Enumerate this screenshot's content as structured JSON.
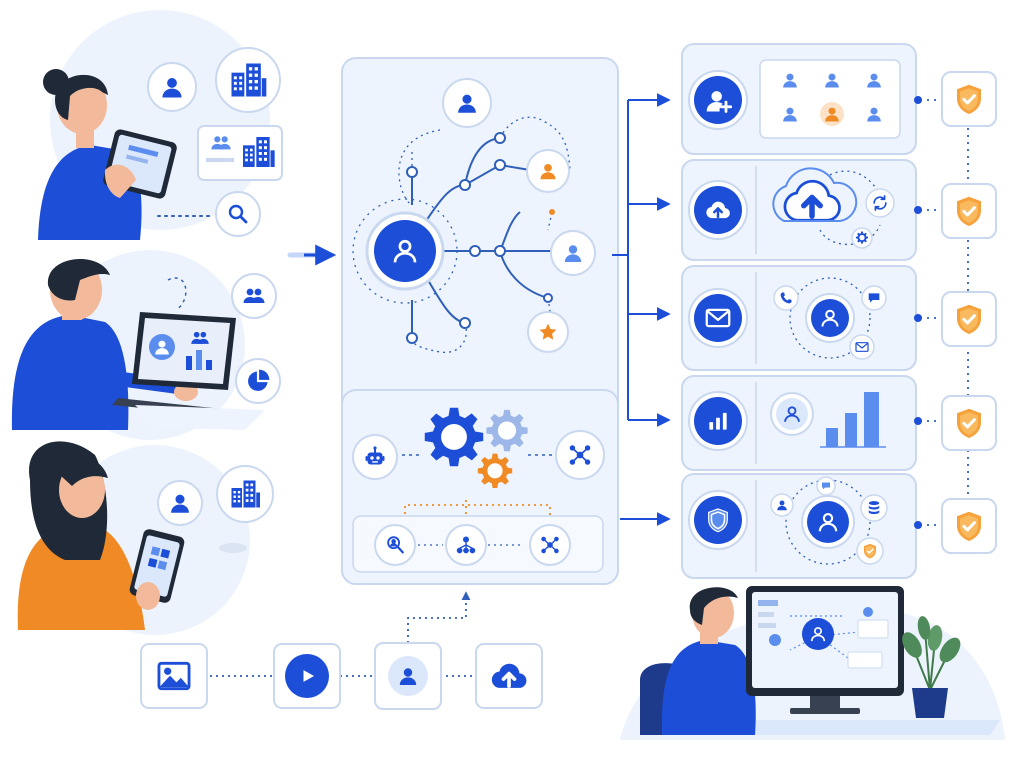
{
  "colors": {
    "primary": "#1d4ed8",
    "primary_light": "#5b8def",
    "accent": "#f08a24",
    "panel_bg": "#eef4fd",
    "panel_border": "#c9d8ef",
    "line": "#2f5fb8",
    "shield_fill": "#f6a23c",
    "skin": "#f2b99a",
    "hair": "#1f2937"
  },
  "people": [
    {
      "name": "user-with-tablet",
      "device": "tablet-icon",
      "shirt": "#1d4ed8",
      "icons": [
        "user-icon",
        "office-building-icon",
        "team-building-icon",
        "search-icon"
      ]
    },
    {
      "name": "user-with-laptop",
      "device": "laptop-icon",
      "shirt": "#1d4ed8",
      "icons": [
        "group-icon",
        "pie-chart-icon"
      ]
    },
    {
      "name": "user-with-phone",
      "device": "phone-icon",
      "shirt": "#f08a24",
      "icons": [
        "user-icon",
        "office-building-icon"
      ]
    }
  ],
  "central_network": {
    "nodes": [
      "user-icon",
      "user-icon",
      "user-icon",
      "star-icon"
    ],
    "hub": "user-icon"
  },
  "processing_panel": {
    "icons": [
      "robot-icon",
      "gears-icon",
      "network-icon"
    ],
    "tools": [
      "search-user-icon",
      "hierarchy-icon",
      "network-icon"
    ]
  },
  "services": [
    {
      "name": "user-management",
      "main_icon": "add-user-icon",
      "shield_icon": "shield-check-icon"
    },
    {
      "name": "cloud-sync",
      "main_icon": "cloud-upload-icon",
      "shield_icon": "shield-check-icon"
    },
    {
      "name": "communications",
      "main_icon": "mail-icon",
      "shield_icon": "shield-check-icon"
    },
    {
      "name": "analytics",
      "main_icon": "bar-chart-icon",
      "shield_icon": "shield-check-icon"
    },
    {
      "name": "security",
      "main_icon": "shield-icon",
      "shield_icon": "shield-check-icon"
    }
  ],
  "inputs": [
    "image-icon",
    "play-icon",
    "user-icon",
    "cloud-upload-icon"
  ],
  "admin": {
    "name": "admin-at-monitor",
    "plant": "plant-icon"
  }
}
